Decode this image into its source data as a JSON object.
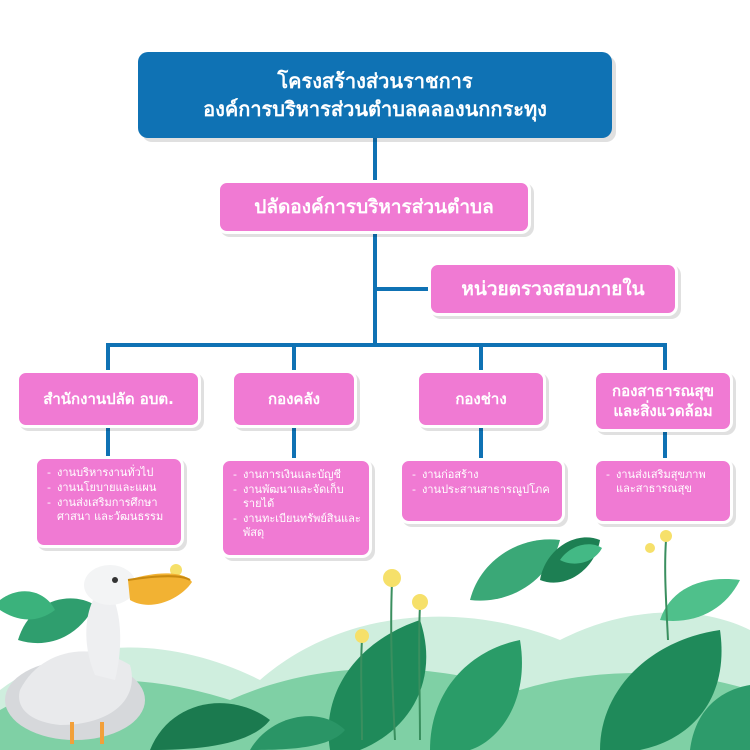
{
  "title": {
    "line1": "โครงสร้างส่วนราชการ",
    "line2": "องค์การบริหารส่วนตำบลคลองนกกระทุง"
  },
  "deputy": "ปลัดองค์การบริหารส่วนตำบล",
  "audit": "หน่วยตรวจสอบภายใน",
  "departments": [
    {
      "name": "สำนักงานปลัด อบต.",
      "tasks": [
        "งานบริหารงานทั่วไป",
        "งานนโยบายและแผน",
        "งานส่งเสริมการศึกษา ศาสนา และวัฒนธรรม"
      ]
    },
    {
      "name": "กองคลัง",
      "tasks": [
        "งานการเงินและบัญชี",
        "งานพัฒนาและจัดเก็บรายได้",
        "งานทะเบียนทรัพย์สินและพัสดุ"
      ]
    },
    {
      "name": "กองช่าง",
      "tasks": [
        "งานก่อสร้าง",
        "งานประสานสาธารณูปโภค"
      ]
    },
    {
      "name_line1": "กองสาธารณสุข",
      "name_line2": "และสิ่งแวดล้อม",
      "tasks": [
        "งานส่งเสริมสุขภาพ และสาธารณสุข"
      ]
    }
  ],
  "colors": {
    "title_bg": "#0f72b4",
    "box_pink": "#f07ad3",
    "connector": "#0f72b4",
    "foliage_dark": "#1f8a5a",
    "foliage_light": "#5fc48a",
    "flower": "#f6e06a"
  },
  "decorations": [
    "pelican-illustration",
    "foliage-illustration"
  ]
}
